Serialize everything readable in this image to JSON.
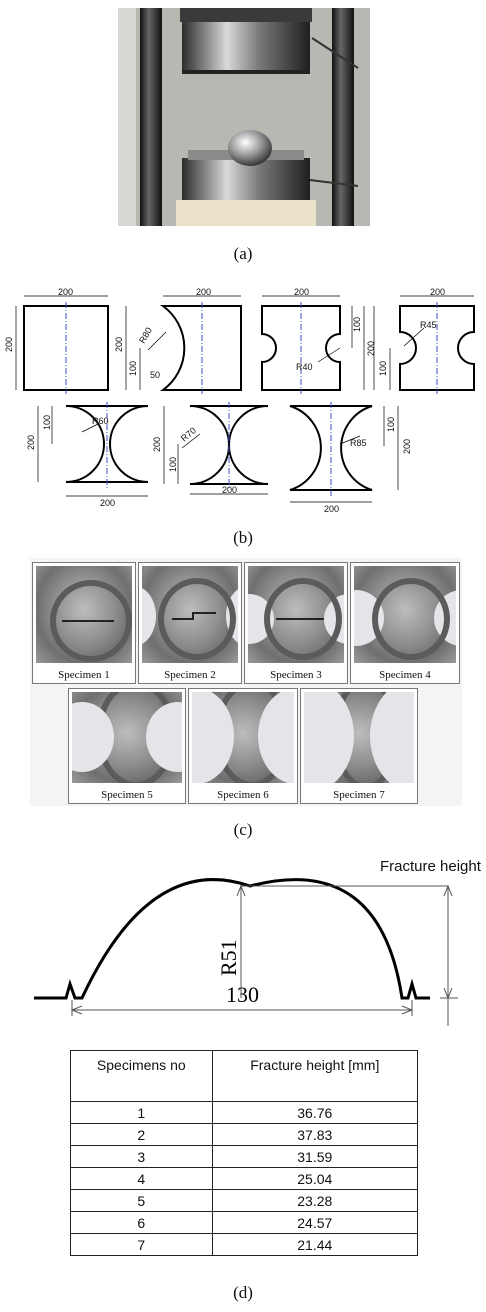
{
  "panel_a": {
    "caption": "(a)"
  },
  "panel_b": {
    "caption": "(b)",
    "dims": {
      "width": "200",
      "height": "200",
      "depth": "100",
      "offset_50": "50",
      "r80": "R80",
      "r40": "R40",
      "r45": "R45",
      "r60": "R60",
      "r70": "R70",
      "r85": "R85"
    }
  },
  "panel_c": {
    "caption": "(c)",
    "specimens": [
      "Specimen 1",
      "Specimen 2",
      "Specimen 3",
      "Specimen 4",
      "Specimen 5",
      "Specimen 6",
      "Specimen 7"
    ]
  },
  "panel_d": {
    "caption": "(d)",
    "fracture_label": "Fracture height",
    "radius_label": "R51",
    "width_label": "130",
    "table": {
      "headers": [
        "Specimens no",
        "Fracture height [mm]"
      ],
      "rows": [
        [
          "1",
          "36.76"
        ],
        [
          "2",
          "37.83"
        ],
        [
          "3",
          "31.59"
        ],
        [
          "4",
          "25.04"
        ],
        [
          "5",
          "23.28"
        ],
        [
          "6",
          "24.57"
        ],
        [
          "7",
          "21.44"
        ]
      ]
    }
  },
  "colors": {
    "axis": "#3b4fc4",
    "outline": "#000000",
    "blank_disc": "#e3e5e8"
  }
}
